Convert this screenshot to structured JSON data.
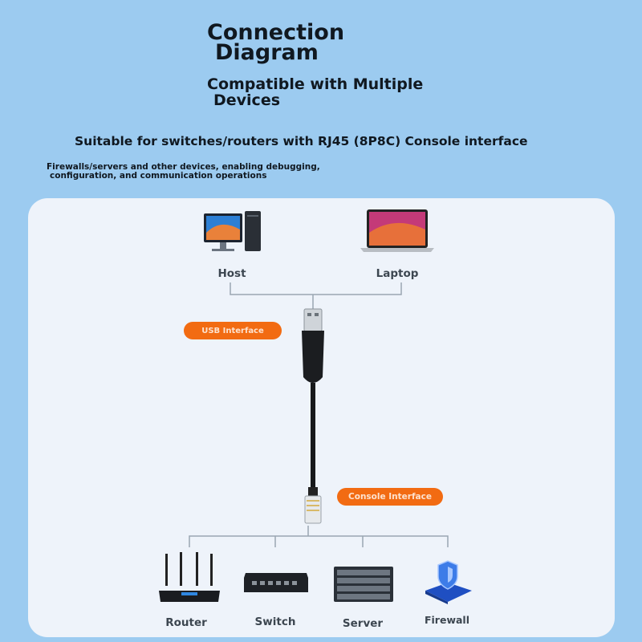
{
  "header": {
    "title_line1": "Connection",
    "title_line2": "Diagram",
    "subtitle_line1": "Compatible with Multiple",
    "subtitle_line2": "Devices",
    "suitable": "Suitable for switches/routers with RJ45 (8P8C) Console interface",
    "note_line1": "Firewalls/servers and other devices, enabling debugging,",
    "note_line2": "configuration, and communication operations"
  },
  "top_devices": [
    {
      "label": "Host",
      "icon": "desktop-computer-icon"
    },
    {
      "label": "Laptop",
      "icon": "laptop-icon"
    }
  ],
  "tags": {
    "usb": "USB Interface",
    "console": "Console Interface"
  },
  "bottom_devices": [
    {
      "label": "Router",
      "icon": "router-icon"
    },
    {
      "label": "Switch",
      "icon": "switch-icon"
    },
    {
      "label": "Server",
      "icon": "server-icon"
    },
    {
      "label": "Firewall",
      "icon": "firewall-icon"
    }
  ],
  "colors": {
    "background": "#9ccbf0",
    "panel": "#eef3fa",
    "tag": "#f26b12"
  }
}
